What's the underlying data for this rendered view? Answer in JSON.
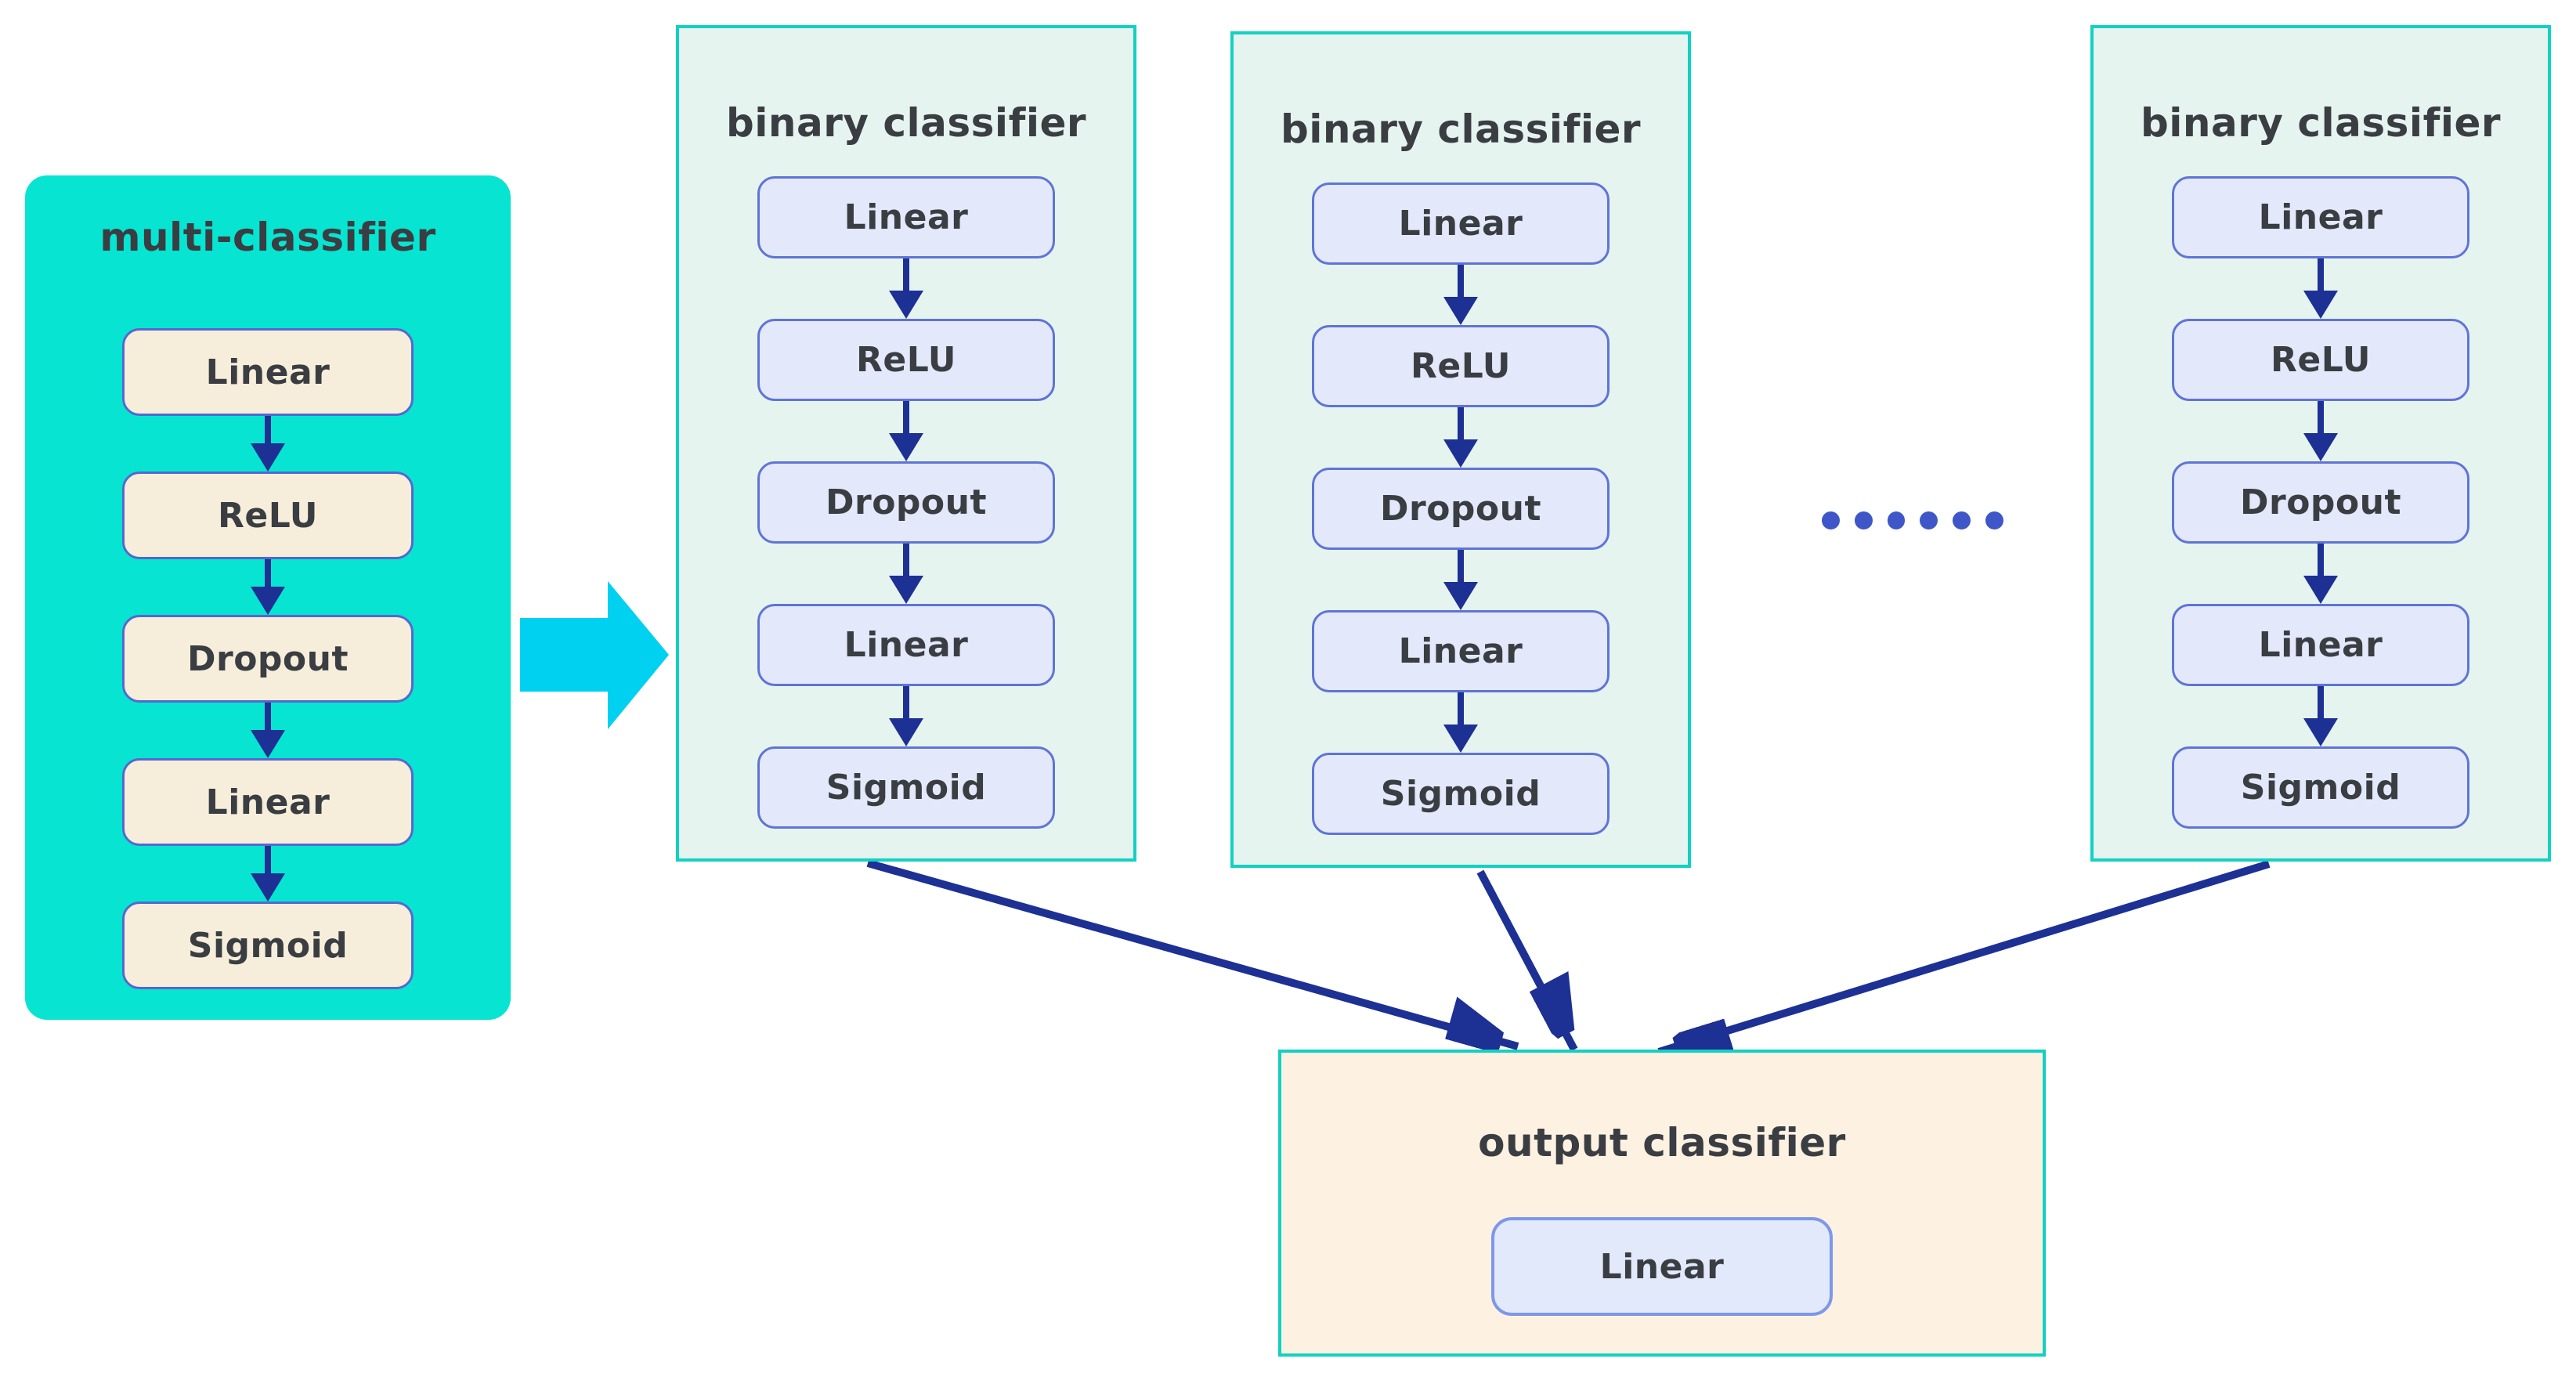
{
  "multi_classifier": {
    "title": "multi-classifier",
    "layers": [
      "Linear",
      "ReLU",
      "Dropout",
      "Linear",
      "Sigmoid"
    ]
  },
  "binary_classifiers": [
    {
      "title": "binary classifier",
      "layers": [
        "Linear",
        "ReLU",
        "Dropout",
        "Linear",
        "Sigmoid"
      ]
    },
    {
      "title": "binary classifier",
      "layers": [
        "Linear",
        "ReLU",
        "Dropout",
        "Linear",
        "Sigmoid"
      ]
    },
    {
      "title": "binary classifier",
      "layers": [
        "Linear",
        "ReLU",
        "Dropout",
        "Linear",
        "Sigmoid"
      ]
    }
  ],
  "ellipsis_dot_count": 6,
  "output_classifier": {
    "title": "output classifier",
    "layers": [
      "Linear"
    ]
  },
  "colors": {
    "multi_box_fill": "#07E4D1",
    "binary_box_fill": "#E6F4F0",
    "output_box_fill": "#FDF2E2",
    "teal_border": "#12D1C2",
    "cream_layer_fill": "#F6EEDA",
    "lavender_layer_fill": "#E3E8FA",
    "layer_border_blue": "#5F74D6",
    "flow_arrow_navy": "#1D3093",
    "big_arrow_cyan": "#00D1F0",
    "ellipsis_dot_blue": "#3E56C8",
    "text_dark": "#3A3D42"
  }
}
